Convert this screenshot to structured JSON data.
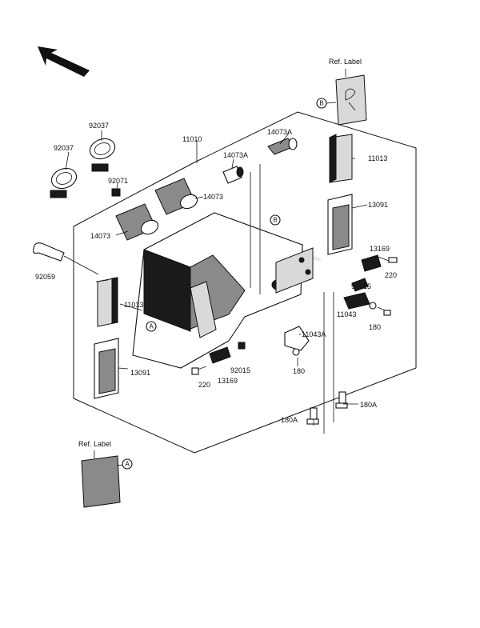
{
  "ref_label_top": {
    "title": "Ref. Label",
    "marker": "B"
  },
  "ref_label_bottom": {
    "title": "Ref. Label",
    "marker": "A"
  },
  "markers": {
    "a": "A",
    "b": "B"
  },
  "watermark": "PartsRepublik",
  "parts": {
    "p92037_top": "92037",
    "p92037_left": "92037",
    "p11010": "11010",
    "p14073A_top": "14073A",
    "p14073A_mid": "14073A",
    "p14073_right": "14073",
    "p92071": "92071",
    "p14073_left": "14073",
    "p92059": "92059",
    "p11013_right": "11013",
    "p13091_right": "13091",
    "p13169_right": "13169",
    "p220_right": "220",
    "p92015_right": "92015",
    "p11043": "11043",
    "p180_right": "180",
    "p11013_left": "11013",
    "p11043A": "11043A",
    "p180_mid": "180",
    "p13091_left": "13091",
    "p220_bottom": "220",
    "p92015_bottom": "92015",
    "p13169_bottom": "13169",
    "p180A_right": "180A",
    "p180A_left": "180A"
  },
  "icons": [
    "direction-arrow-icon",
    "air-filter-box",
    "air-cleaner-element",
    "hose-clamp",
    "intake-duct",
    "drain-hose",
    "bolt",
    "bracket"
  ]
}
